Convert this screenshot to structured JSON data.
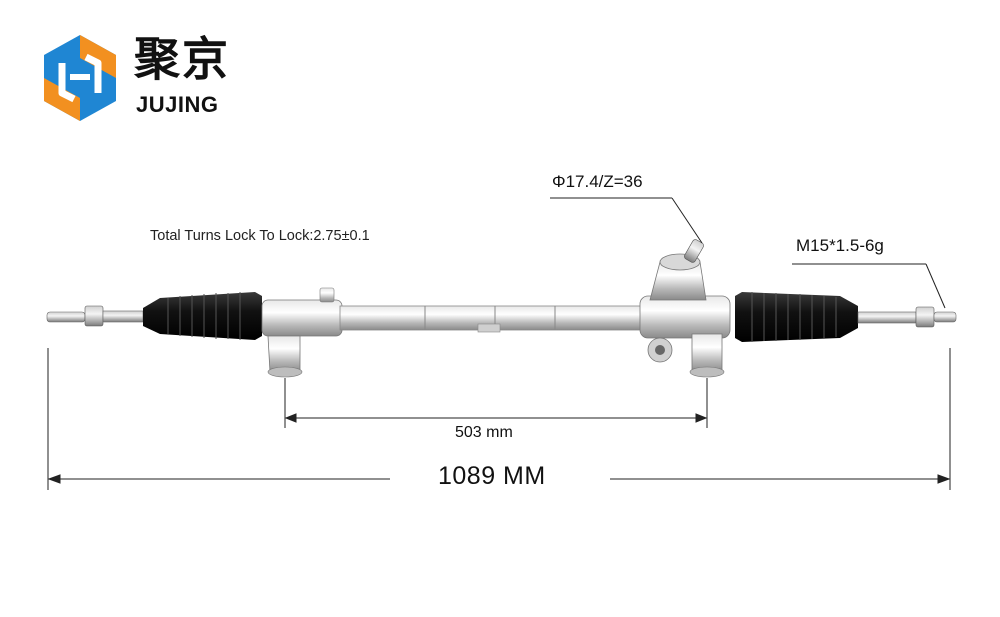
{
  "brand": {
    "name_cn": "聚京",
    "name_en": "JUJING",
    "colors": {
      "blue": "#1f86d3",
      "orange": "#f29020"
    }
  },
  "product": {
    "total_turns": "Total Turns Lock To Lock:2.75±0.1",
    "pinion_spec": "Φ17.4/Z=36",
    "thread_spec": "M15*1.5-6g",
    "mount_spacing": "503 mm",
    "overall_length": "1089 MM"
  },
  "icons": [
    "jujing-logo-icon",
    "steering-rack-image"
  ]
}
